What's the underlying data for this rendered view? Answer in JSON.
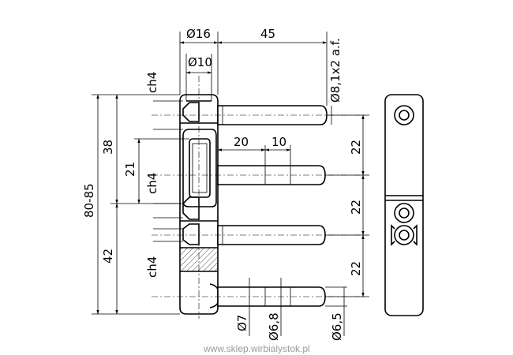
{
  "dimensions": {
    "d16": "Ø16",
    "d10": "Ø10",
    "len45": "45",
    "pin_af": "Ø8,1x2 a.f.",
    "ch4_top": "ch4",
    "ch4_mid": "ch4",
    "ch4_bot": "ch4",
    "h38": "38",
    "h21": "21",
    "h80_85": "80-85",
    "h42": "42",
    "len20": "20",
    "len10": "10",
    "sp22_a": "22",
    "sp22_b": "22",
    "sp22_c": "22",
    "d7": "Ø7",
    "d6_8": "Ø6,8",
    "d6_5": "Ø6,5"
  },
  "watermark": "www.sklep.wirbialystok.pl"
}
